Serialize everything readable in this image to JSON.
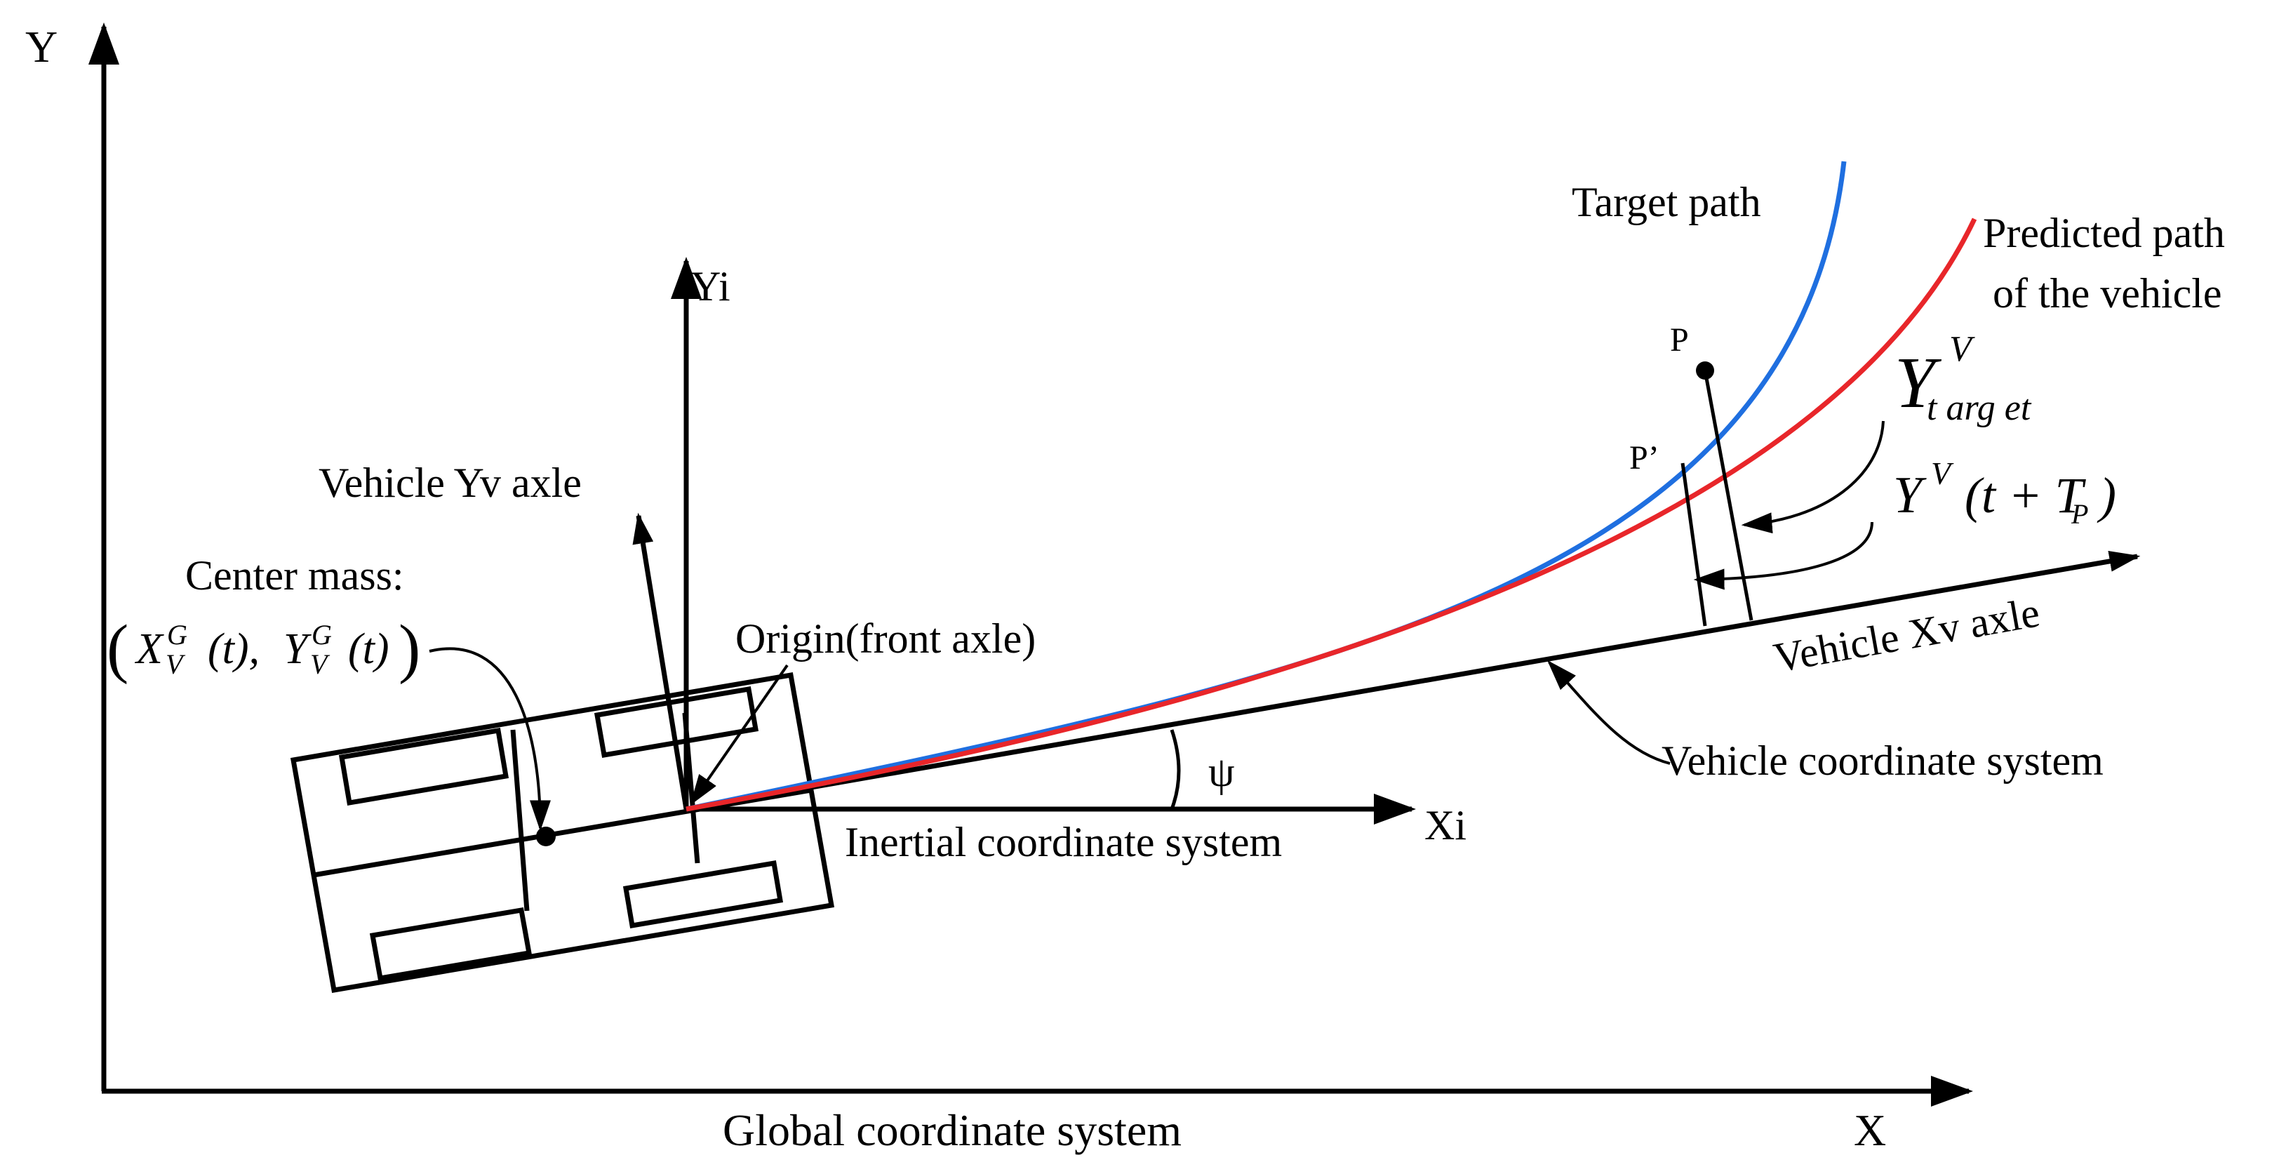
{
  "global_axes": {
    "y_label": "Y",
    "x_label": "X",
    "caption": "Global coordinate system"
  },
  "inertial": {
    "y_label": "Yi",
    "x_label": "Xi",
    "caption": "Inertial coordinate system",
    "angle_label": "ψ"
  },
  "vehicle": {
    "y_axle_label": "Vehicle Yv axle",
    "x_axle_label": "Vehicle Xv axle",
    "coord_caption": "Vehicle coordinate system",
    "center_mass_label": "Center mass:",
    "center_mass_expr": {
      "open": "(",
      "x_sym": "X",
      "x_sup": "G",
      "x_sub": "V",
      "x_arg": "(t),",
      "y_sym": "Y",
      "y_sup": "G",
      "y_sub": "V",
      "y_arg": "(t)",
      "close": ")"
    },
    "origin_label": "Origin(front axle)"
  },
  "paths": {
    "target_label": "Target path",
    "predicted_label_line1": "Predicted path",
    "predicted_label_line2": "of the vehicle",
    "target_color": "#1f6fe0",
    "predicted_color": "#e8262a"
  },
  "points": {
    "p_label": "P",
    "p_prime_label": "P’"
  },
  "formulas": {
    "y_target": {
      "sym": "Y",
      "sup": "V",
      "sub": "t arg et"
    },
    "y_predicted": {
      "sym": "Y",
      "sup": "V",
      "arg": "(t + T",
      "arg_sub": "P",
      "arg_close": ")"
    }
  }
}
